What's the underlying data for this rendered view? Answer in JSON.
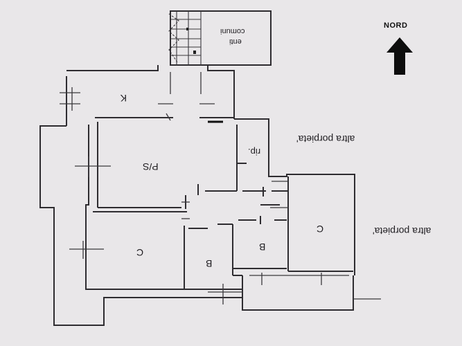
{
  "compass": {
    "label": "NORD"
  },
  "rooms": {
    "kitchen": "K",
    "living": "P/S",
    "closet": "rip.",
    "bedroom_west": "C",
    "bedroom_east": "C",
    "bath_1": "B",
    "bath_2": "B"
  },
  "common_area": {
    "line1": "enti",
    "line2": "comuni"
  },
  "neighbors": {
    "upper": "altra porpieta'",
    "lower": "altra porpieta'"
  }
}
